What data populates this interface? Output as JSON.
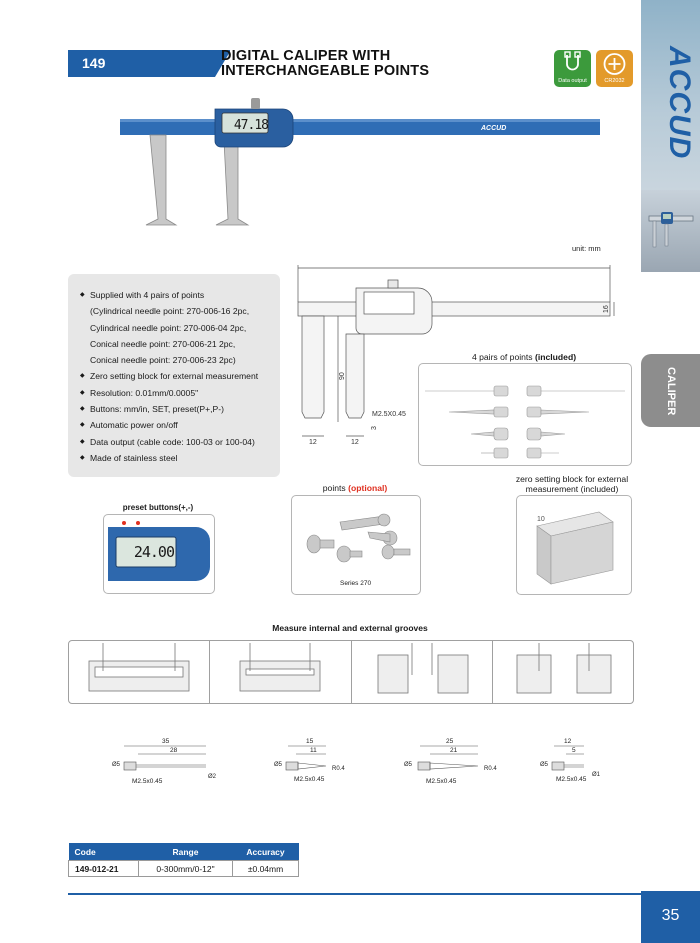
{
  "header": {
    "page_badge": "149",
    "title_line1": "DIGITAL CALIPER WITH",
    "title_line2": "INTERCHANGEABLE POINTS",
    "badges": [
      {
        "label": "Data output",
        "icon": "usb-plug-icon",
        "color": "#3c9a3c"
      },
      {
        "label": "CR2032",
        "icon": "battery-coin-icon",
        "color": "#e39a2a"
      }
    ]
  },
  "side": {
    "brand": "ACCUD",
    "category_tab": "CALIPER",
    "page_number": "35"
  },
  "product_photo": {
    "display_value": "47.18",
    "beam_brand": "ACCUD"
  },
  "unit_note": "unit: mm",
  "features": [
    {
      "text": "Supplied with 4 pairs of points",
      "bullet": true
    },
    {
      "text": "(Cylindrical needle point: 270-006-16 2pc,",
      "bullet": false
    },
    {
      "text": "Cylindrical needle point: 270-006-04 2pc,",
      "bullet": false
    },
    {
      "text": "Conical needle point: 270-006-21 2pc,",
      "bullet": false
    },
    {
      "text": "Conical needle point: 270-006-23 2pc)",
      "bullet": false
    },
    {
      "text": "Zero setting block for external measurement",
      "bullet": true
    },
    {
      "text": "Resolution: 0.01mm/0.0005\"",
      "bullet": true
    },
    {
      "text": "Buttons: mm/in, SET, preset(P+,P-)",
      "bullet": true
    },
    {
      "text": "Automatic power on/off",
      "bullet": true
    },
    {
      "text": "Data output (cable code: 100-03 or 100-04)",
      "bullet": true
    },
    {
      "text": "Made of stainless steel",
      "bullet": true
    }
  ],
  "drawing": {
    "dim_16": "16",
    "dim_90": "90",
    "dim_3": "3",
    "dim_12a": "12",
    "dim_12b": "12",
    "thread": "M2.5X0.45"
  },
  "pairs_panel": {
    "caption_a": "4 pairs of points ",
    "caption_b": "(included)"
  },
  "preset_panel": {
    "caption": "preset buttons(+,-)",
    "display_value": "24.00"
  },
  "points_panel": {
    "caption_a": "points ",
    "caption_b": "(optional)",
    "series": "Series 270"
  },
  "block_panel": {
    "caption_line1": "zero setting block for external",
    "caption_line2": "measurement (included)",
    "block_mark": "10"
  },
  "grooves_title": "Measure internal and external grooves",
  "points_drawings": [
    {
      "total": "35",
      "tip": "28",
      "dia": "Ø5",
      "thread": "M2.5x0.45",
      "end": "Ø2"
    },
    {
      "total": "15",
      "tip": "11",
      "dia": "Ø5",
      "thread": "M2.5x0.45",
      "end": "R0.4"
    },
    {
      "total": "25",
      "tip": "21",
      "dia": "Ø5",
      "thread": "M2.5x0.45",
      "end": "R0.4"
    },
    {
      "total": "12",
      "tip": "5",
      "dia": "Ø5",
      "thread": "M2.5x0.45",
      "end": "Ø1"
    }
  ],
  "spec_table": {
    "headers": [
      "Code",
      "Range",
      "Accuracy"
    ],
    "rows": [
      [
        "149-012-21",
        "0-300mm/0-12\"",
        "±0.04mm"
      ]
    ]
  },
  "colors": {
    "brand_blue": "#1f5fa6",
    "tab_gray": "#8d8d8d",
    "optional_red": "#e03020"
  }
}
